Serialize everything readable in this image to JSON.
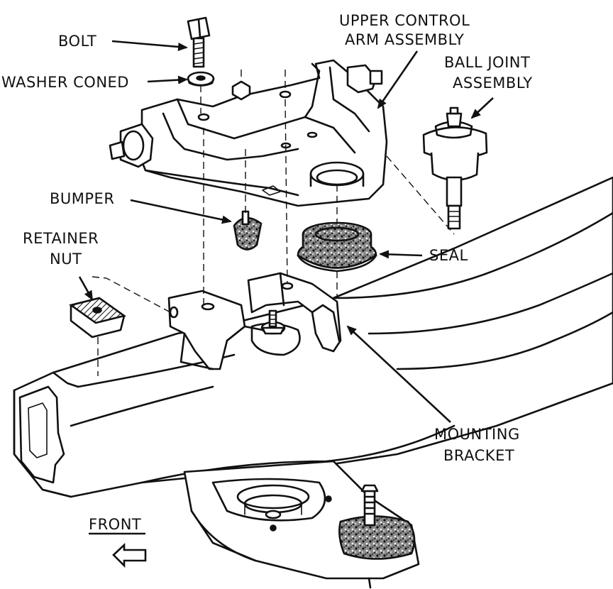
{
  "labels": {
    "bolt": "BOLT",
    "washer_coned": "WASHER CONED",
    "upper_control_arm_line1": "UPPER CONTROL",
    "upper_control_arm_line2": "ARM ASSEMBLY",
    "ball_joint_line1": "BALL JOINT",
    "ball_joint_line2": "ASSEMBLY",
    "bumper": "BUMPER",
    "retainer_nut_line1": "RETAINER",
    "retainer_nut_line2": "NUT",
    "seal": "SEAL",
    "mounting_bracket_line1": "MOUNTING",
    "mounting_bracket_line2": "BRACKET",
    "front": "FRONT"
  }
}
